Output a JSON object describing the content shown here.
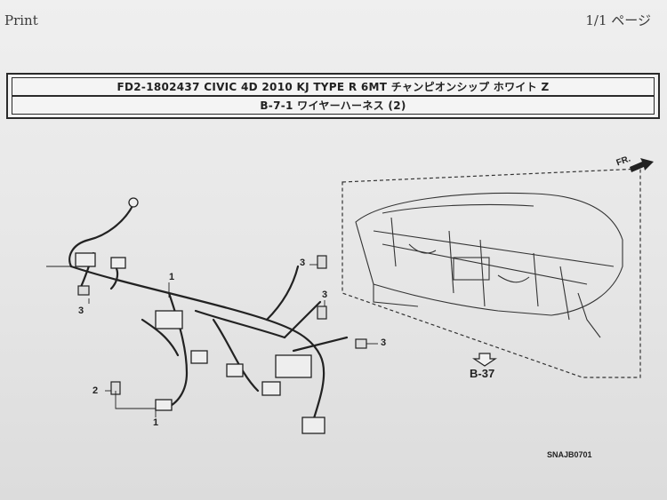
{
  "header": {
    "print_label": "Print",
    "page_label": "1/1 ページ"
  },
  "title_box": {
    "model_line": "FD2-1802437 CIVIC 4D 2010 KJ TYPE R 6MT チャンピオンシップ ホワイト Z",
    "section_line": "B-7-1 ワイヤーハーネス (2)"
  },
  "diagram": {
    "callouts": {
      "part_1_main": "1",
      "part_1_lower": "1",
      "part_2": "2",
      "part_3_left": "3",
      "part_3_top": "3",
      "part_3_mid": "3",
      "part_3_right": "3"
    },
    "direction_label": "FR.",
    "reference_label": "B-37",
    "diagram_code": "SNAJB0701",
    "icons": {
      "direction": "forward-arrow-icon",
      "reference": "down-arrow-icon"
    }
  }
}
